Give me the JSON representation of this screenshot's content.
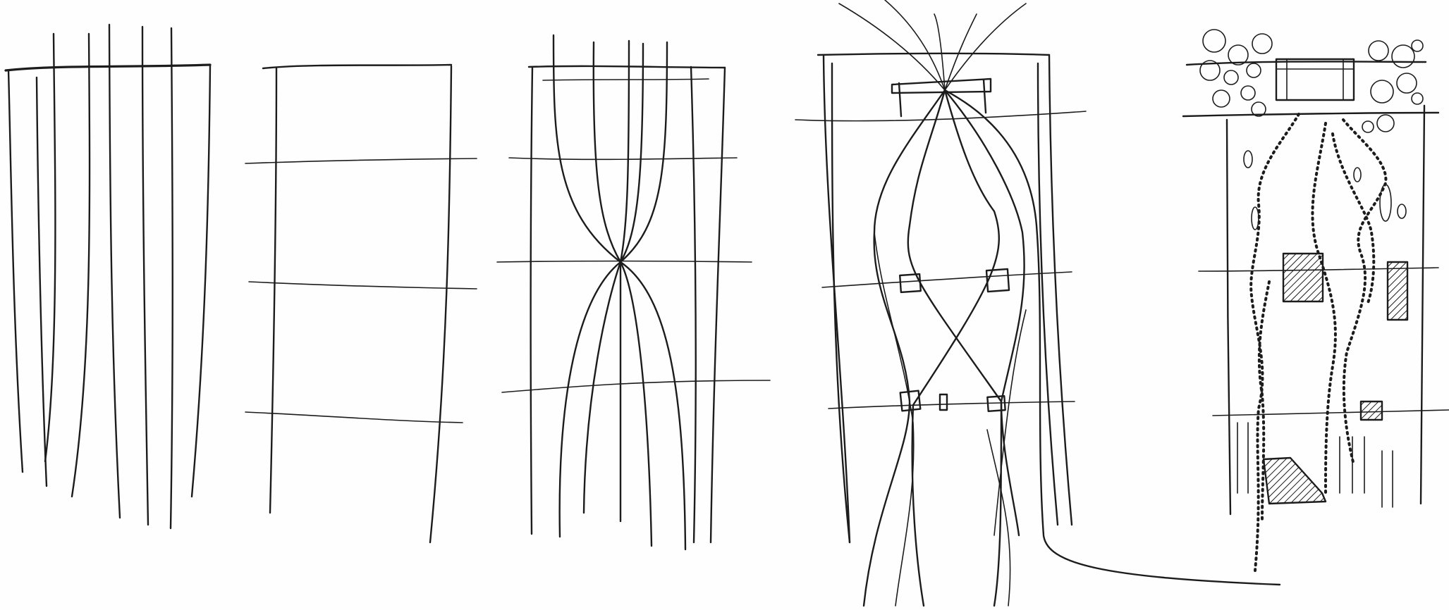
{
  "title": "",
  "panels": [
    {
      "id": "panel-1",
      "description_key": "vertical-lines"
    },
    {
      "id": "panel-2",
      "description_key": "frame-crossbars"
    },
    {
      "id": "panel-3",
      "description_key": "converging-lines"
    },
    {
      "id": "panel-4",
      "description_key": "converging-paths-with-nodes"
    },
    {
      "id": "panel-5",
      "description_key": "site-plan"
    }
  ],
  "colors": {
    "ink": "#1c1c1c",
    "paper": "#fefefe"
  }
}
